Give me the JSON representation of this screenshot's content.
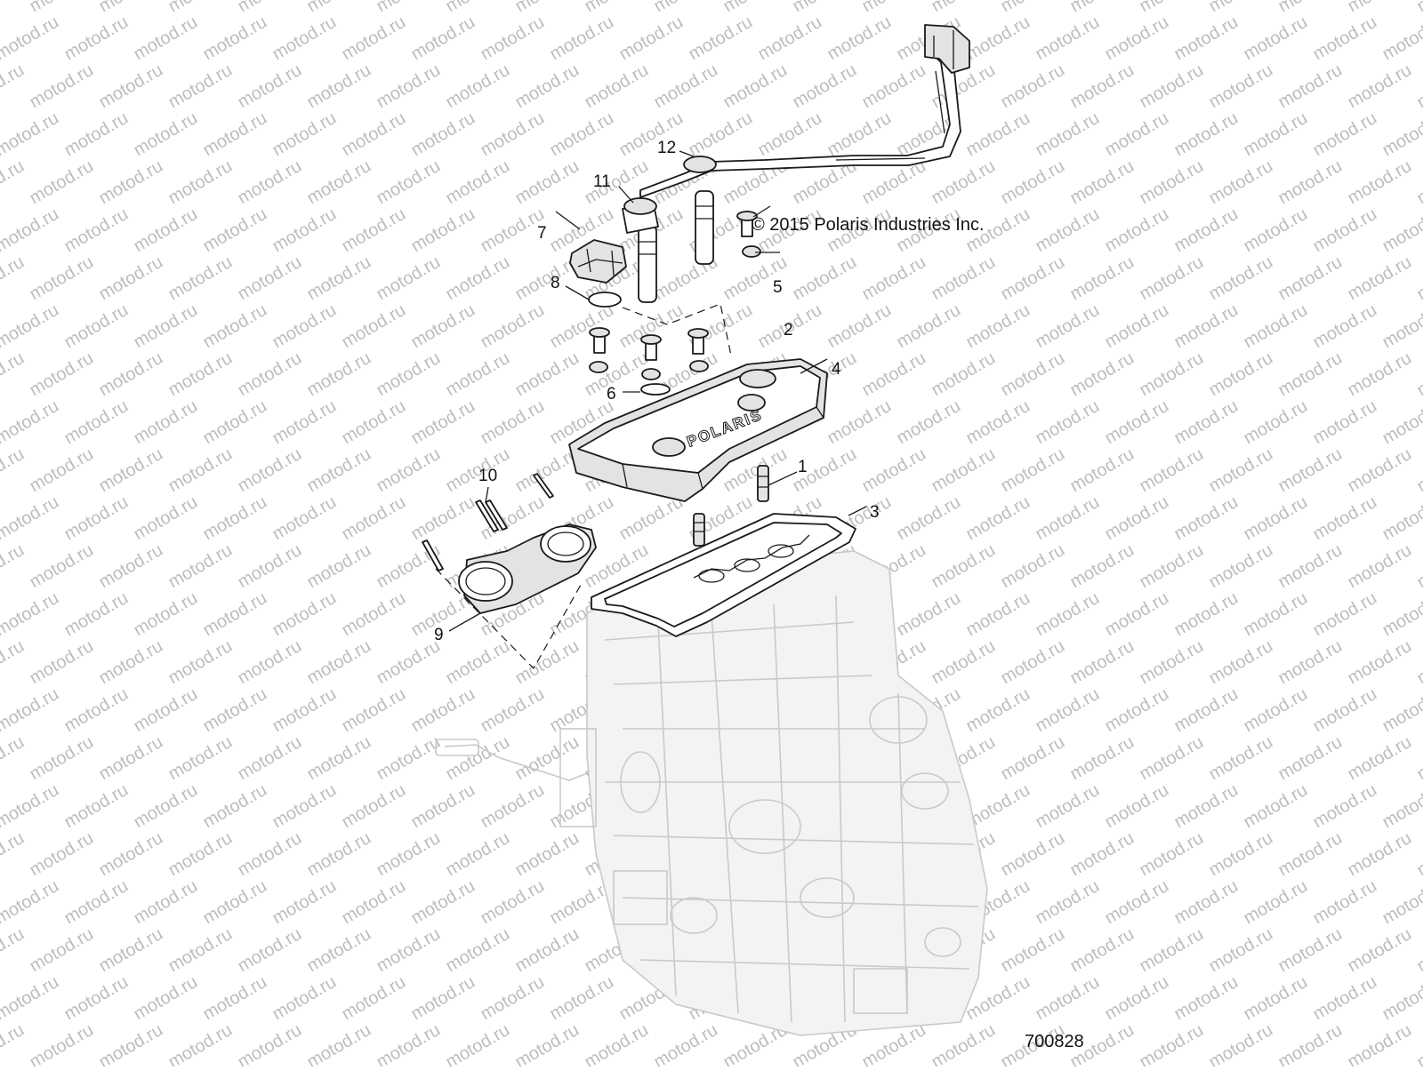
{
  "copyright": "© 2015 Polaris Industries Inc.",
  "figure_number": "700828",
  "watermark": "motod.ru",
  "cover_logo": "POLARIS",
  "callouts": [
    "1",
    "2",
    "3",
    "4",
    "5",
    "6",
    "7",
    "8",
    "9",
    "10",
    "11",
    "12"
  ]
}
